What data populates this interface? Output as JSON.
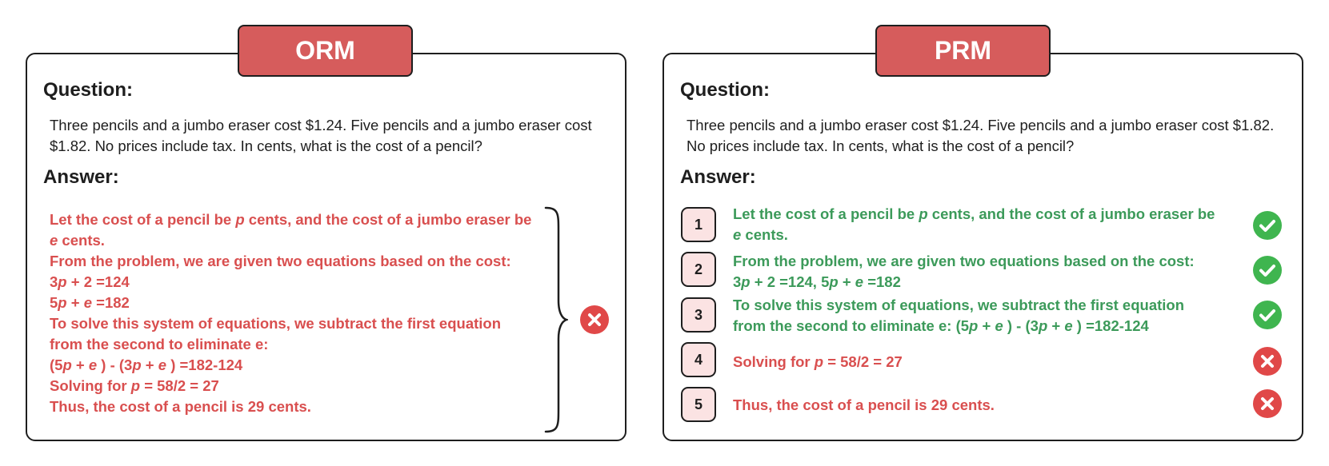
{
  "orm": {
    "badge": "ORM",
    "question_heading": "Question:",
    "question_line1": "Three pencils and a jumbo eraser cost $1.24.  Five pencils and a jumbo eraser cost",
    "question_line2": "$1.82. No prices include tax. In cents, what is the cost of a pencil?",
    "answer_heading": "Answer:",
    "answer_lines": {
      "l1a": "Let the cost of a pencil be ",
      "l1b": "p",
      "l1c": " cents, and the cost of a jumbo eraser be ",
      "l1d": "e",
      "l1e": " cents.",
      "l2": "From the problem, we are given two equations based on the cost:",
      "l3a": "3",
      "l3b": "p",
      "l3c": " + 2 =124",
      "l4a": "5",
      "l4b": "p",
      "l4c": " + ",
      "l4d": "e",
      "l4e": " =182",
      "l5": "To solve this system of equations, we subtract the first equation",
      "l6": "from the second to eliminate e:",
      "l7a": "(5",
      "l7b": "p",
      "l7c": " + ",
      "l7d": "e",
      "l7e": " ) - (3",
      "l7f": "p",
      "l7g": " + ",
      "l7h": "e",
      "l7i": " ) =182-124",
      "l8a": "Solving for ",
      "l8b": "p",
      "l8c": " = 58/2 = 27",
      "l9": "Thus, the cost of a pencil is 29 cents."
    },
    "verdict_icon": "cross-icon"
  },
  "prm": {
    "badge": "PRM",
    "question_heading": "Question:",
    "question_line1": "Three pencils and a jumbo eraser cost $1.24.  Five pencils and a jumbo eraser cost $1.82.",
    "question_line2": "No prices include tax. In cents, what is the cost of a pencil?",
    "answer_heading": "Answer:",
    "steps": [
      {
        "num": "1",
        "status": "correct",
        "a": "Let the cost of a pencil be ",
        "b": "p",
        "c": " cents, and the cost of a jumbo eraser be",
        "d": "e",
        "e": " cents."
      },
      {
        "num": "2",
        "status": "correct",
        "a": "From the problem, we are given two equations based on the cost:",
        "b": "3",
        "c": "p",
        "d": " + 2 =124, 5",
        "e": "p",
        "f": " + ",
        "g": "e",
        "h": " =182"
      },
      {
        "num": "3",
        "status": "correct",
        "a": "To solve this system of equations, we subtract the first equation",
        "b": "from the second to eliminate e: (5",
        "c": "p",
        "d": " + ",
        "e": "e",
        "f": " ) - (3",
        "g": "p",
        "h": " + ",
        "i": "e",
        "j": " ) =182-124"
      },
      {
        "num": "4",
        "status": "incorrect",
        "a": "Solving for ",
        "b": "p",
        "c": " = 58/2 = 27"
      },
      {
        "num": "5",
        "status": "incorrect",
        "a": "Thus, the cost of a pencil is 29 cents."
      }
    ]
  },
  "colors": {
    "badge_fill": "#d65c5c",
    "incorrect_red": "#d94f4f",
    "correct_green": "#3c9a5a",
    "check_green": "#3fb54f",
    "cross_red": "#e04848",
    "step_box_fill": "#fbe3e3"
  }
}
